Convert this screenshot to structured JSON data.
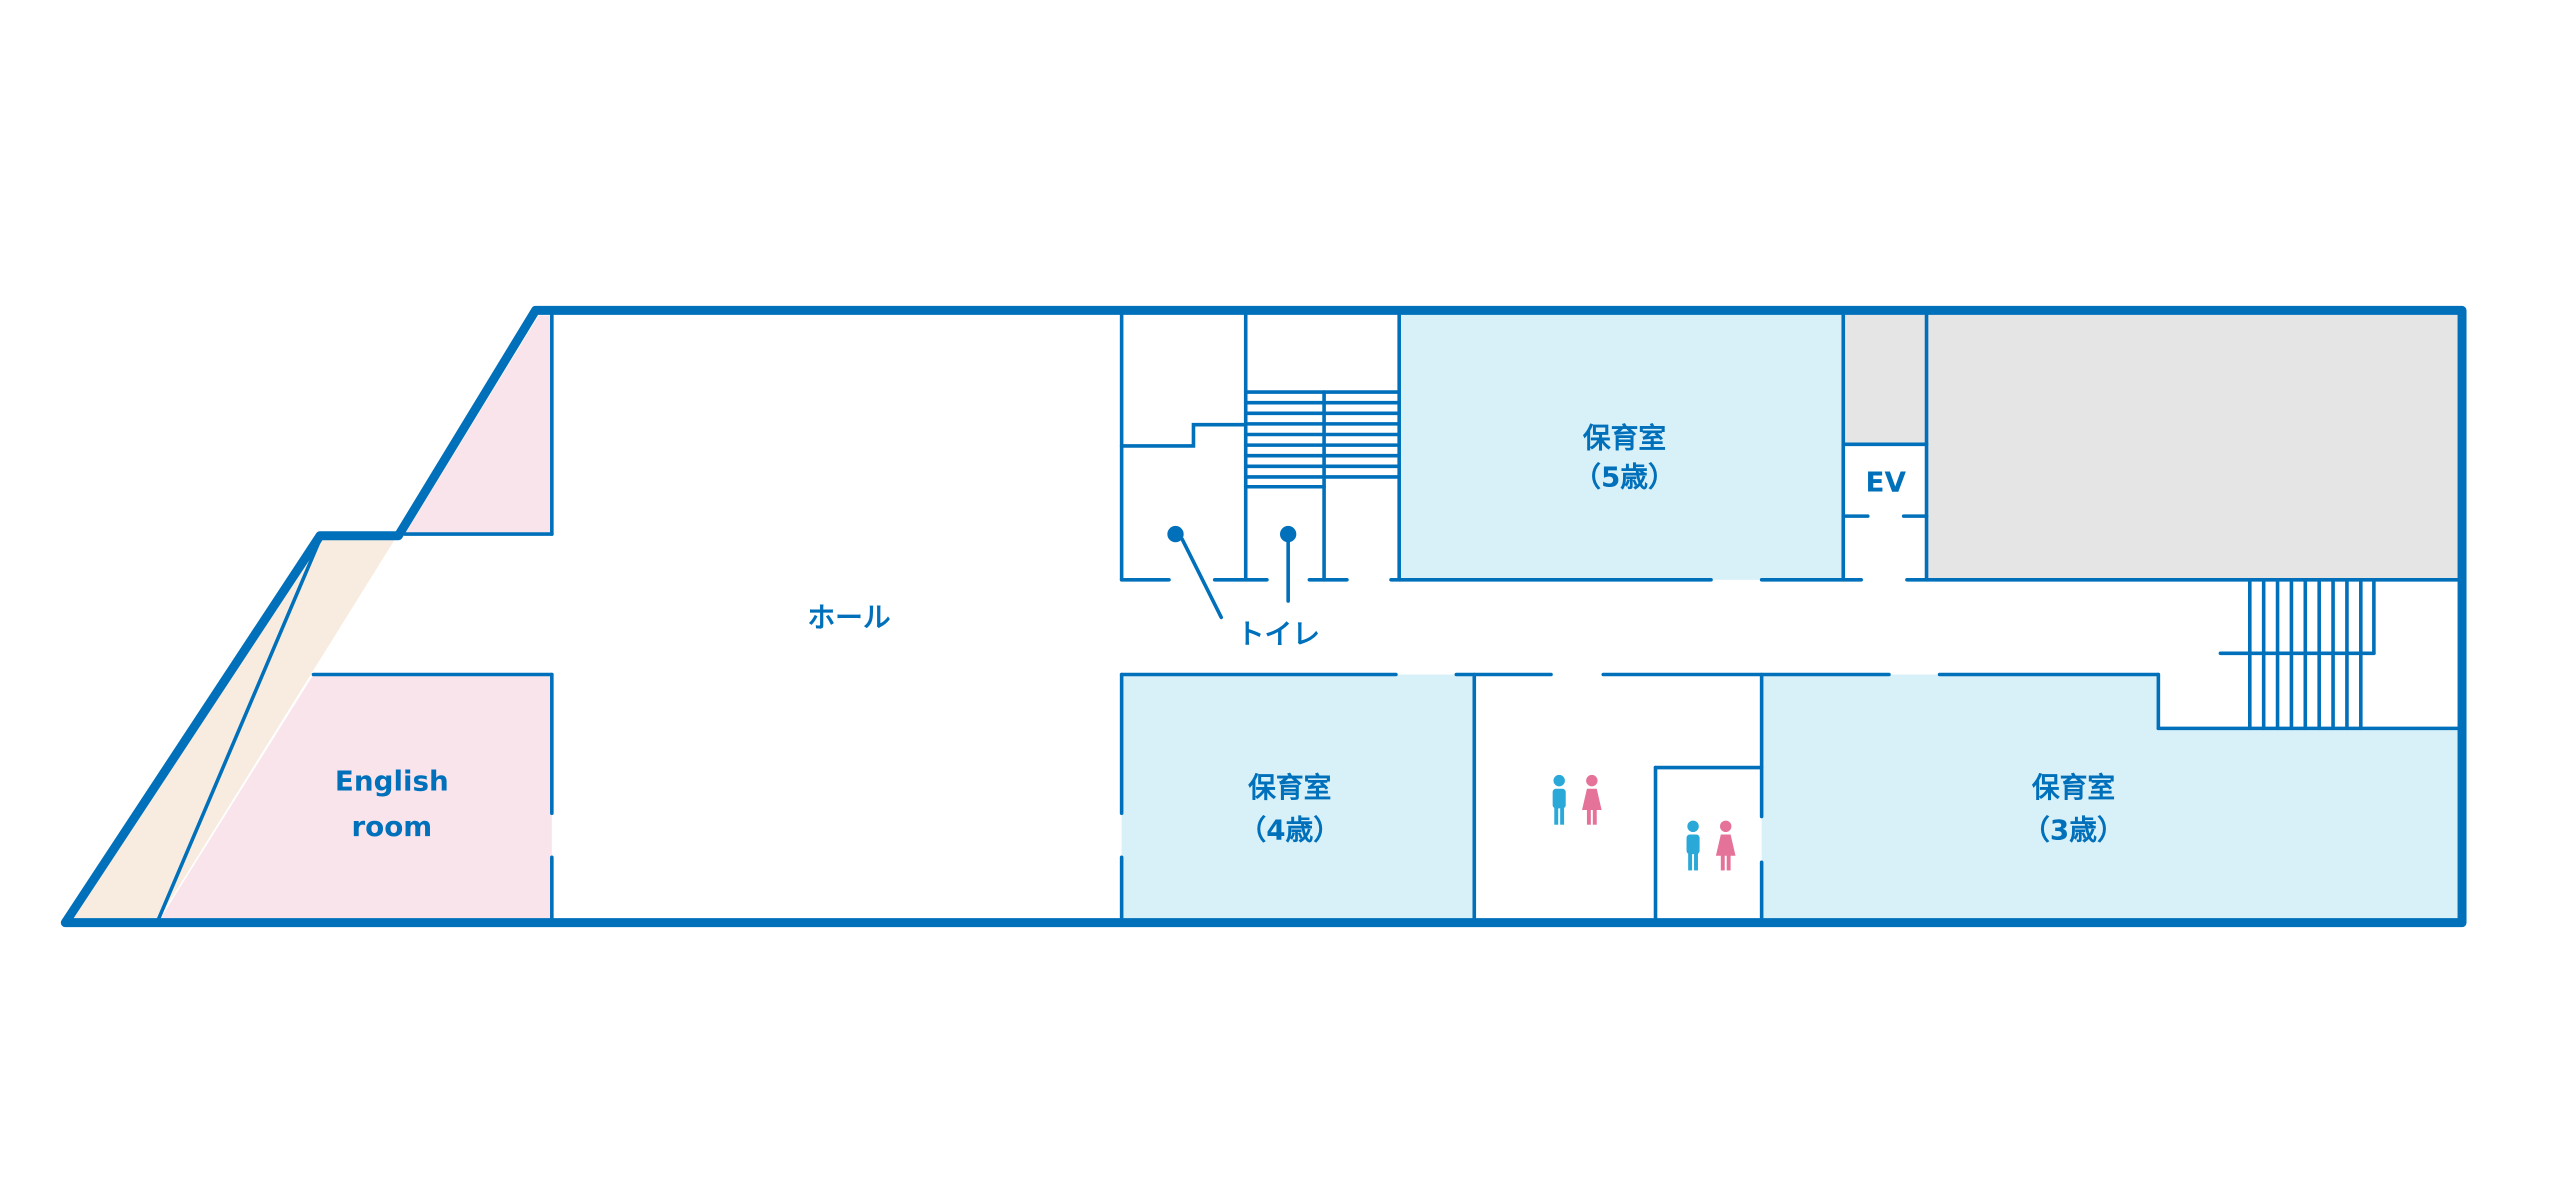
{
  "rooms": {
    "hall": "ホール",
    "toilet": "トイレ",
    "english_line1": "English",
    "english_line2": "room",
    "nursery5_line1": "保育室",
    "nursery5_line2": "（5歳）",
    "nursery4_line1": "保育室",
    "nursery4_line2": "（4歳）",
    "nursery3_line1": "保育室",
    "nursery3_line2": "（3歳）",
    "elevator": "EV"
  },
  "colors": {
    "wall": "#0070bb",
    "nursery": "#d8f0f8",
    "english": "#f9e4ec",
    "corridor": "#f8ece0",
    "service": "#e5e5e5",
    "male": "#2aa8d8",
    "female": "#e57399"
  },
  "icons": [
    "male-toilet-icon",
    "female-toilet-icon"
  ]
}
